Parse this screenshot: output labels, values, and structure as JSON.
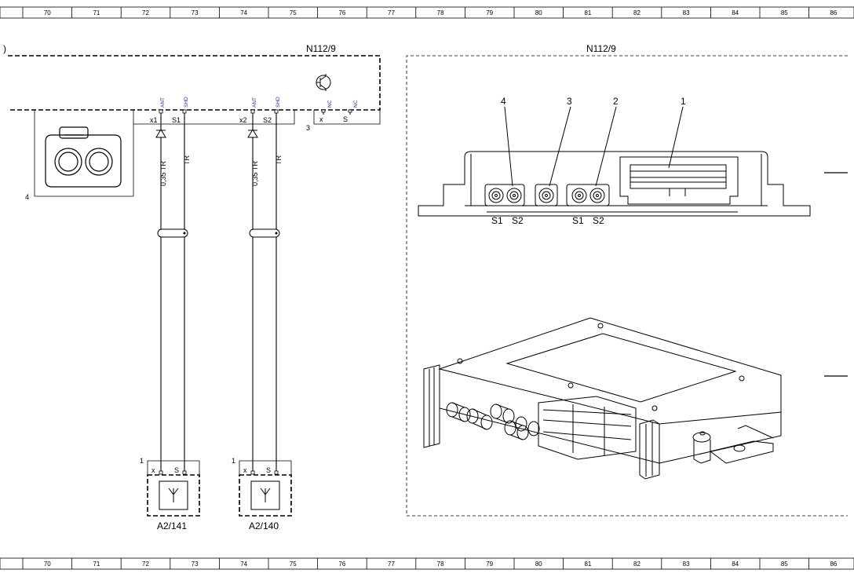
{
  "ruler": {
    "columns": [
      "70",
      "71",
      "72",
      "73",
      "74",
      "75",
      "76",
      "77",
      "78",
      "79",
      "80",
      "81",
      "82",
      "83",
      "84",
      "85",
      "86"
    ]
  },
  "module": {
    "name": "N112/9",
    "photo_name": "N112/9",
    "connector_label": "3",
    "pins": [
      {
        "pin": "x",
        "signal": "NC"
      },
      {
        "pin": "S",
        "signal": "NC"
      }
    ]
  },
  "plugs": {
    "label": "4",
    "contacts": [
      {
        "pin": "x1",
        "signal": "ANT"
      },
      {
        "pin": "S1",
        "signal": "SHD"
      },
      {
        "pin": "x2",
        "signal": "ANT"
      },
      {
        "pin": "S2",
        "signal": "SHD"
      }
    ]
  },
  "wires": [
    {
      "label": "0,35 TR"
    },
    {
      "label": "TR"
    },
    {
      "label": "0,35 TR"
    },
    {
      "label": "TR"
    }
  ],
  "antennas": [
    {
      "name": "A2/141",
      "connector_label": "1",
      "pin_x": "x",
      "pin_s": "S"
    },
    {
      "name": "A2/140",
      "connector_label": "1",
      "pin_x": "x",
      "pin_s": "S"
    }
  ],
  "callouts": [
    "4",
    "3",
    "2",
    "1"
  ],
  "port_labels": [
    "S1",
    "S2",
    "S1",
    "S2"
  ]
}
